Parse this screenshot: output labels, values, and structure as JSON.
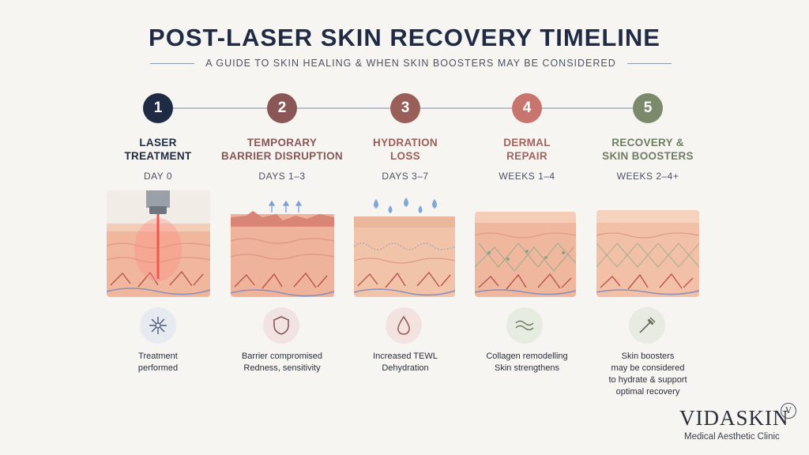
{
  "header": {
    "title": "POST-LASER SKIN RECOVERY TIMELINE",
    "subtitle": "A GUIDE TO SKIN HEALING & WHEN SKIN BOOSTERS MAY BE CONSIDERED"
  },
  "steps": [
    {
      "number": "1",
      "title_lines": [
        "LASER",
        "TREATMENT"
      ],
      "day": "DAY 0",
      "desc_lines": [
        "Treatment",
        "performed"
      ],
      "icon": "laser-burst-icon",
      "color": "#1f2a44",
      "title_color": "#1f2a44"
    },
    {
      "number": "2",
      "title_lines": [
        "TEMPORARY",
        "BARRIER DISRUPTION"
      ],
      "day": "DAYS 1–3",
      "desc_lines": [
        "Barrier compromised",
        "Redness, sensitivity"
      ],
      "icon": "shield-icon",
      "color": "#8a5656",
      "title_color": "#8a5656"
    },
    {
      "number": "3",
      "title_lines": [
        "HYDRATION",
        "LOSS"
      ],
      "day": "DAYS 3–7",
      "desc_lines": [
        "Increased TEWL",
        "Dehydration"
      ],
      "icon": "water-drop-icon",
      "color": "#9a5e58",
      "title_color": "#9a5e58"
    },
    {
      "number": "4",
      "title_lines": [
        "DERMAL",
        "REPAIR"
      ],
      "day": "WEEKS 1–4",
      "desc_lines": [
        "Collagen remodelling",
        "Skin strengthens"
      ],
      "icon": "wave-icon",
      "color": "#c9756f",
      "title_color": "#a4625e"
    },
    {
      "number": "5",
      "title_lines": [
        "RECOVERY &",
        "SKIN BOOSTERS"
      ],
      "day": "WEEKS 2–4+",
      "desc_lines": [
        "Skin boosters",
        "may be considered",
        "to hydrate & support",
        "optimal recovery"
      ],
      "icon": "dropper-icon",
      "color": "#7c8a6c",
      "title_color": "#6f7d62"
    }
  ],
  "brand": {
    "name": "VIDASKIN",
    "tagline": "Medical Aesthetic Clinic",
    "mark": "V"
  }
}
